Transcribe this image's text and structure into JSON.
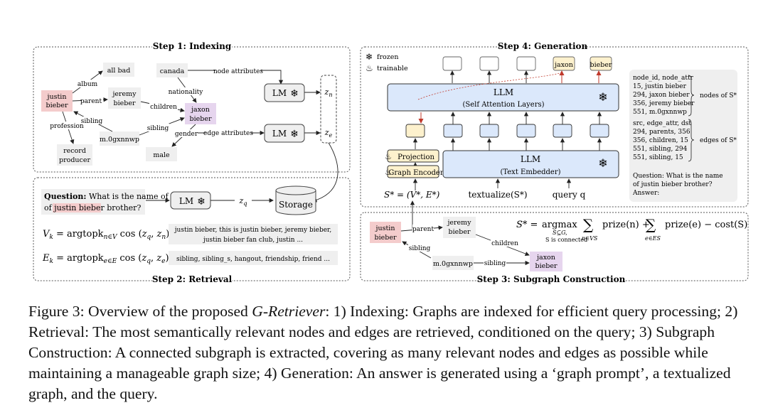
{
  "panels": {
    "indexing_title": "Step 1: Indexing",
    "retrieval_title": "Step 2: Retrieval",
    "subgraph_title": "Step 3: Subgraph Construction",
    "generation_title": "Step 4: Generation"
  },
  "indexing": {
    "nodes": {
      "justin": "justin|bieber",
      "all_bad": "all bad",
      "jeremy": "jeremy|bieber",
      "canada": "canada",
      "jaxon": "jaxon|bieber",
      "m0g": "m.0gxnnwp",
      "record": "record|producer",
      "male": "male"
    },
    "edges": {
      "album": "album",
      "parent": "parent",
      "profession": "profession",
      "sibling1": "sibling",
      "nationality": "nationality",
      "children": "children",
      "sibling2": "sibling",
      "gender": "gender"
    },
    "node_attributes": "node attributes",
    "edge_attributes": "edge attributes",
    "lm": "LM",
    "zn": "zn",
    "ze": "ze"
  },
  "retrieval": {
    "question_label": "Question:",
    "question_text": "What is the name of",
    "question_highlight": "justin bieber",
    "question_end": "brother?",
    "lm": "LM",
    "zq": "zq",
    "storage": "Storage",
    "vk_result": "justin bieber, this is justin bieber, jeremy bieber,|justin bieber fan club, justin ...",
    "ek_result": "sibling, sibling_s, hangout, friendship, friend ..."
  },
  "subgraph": {
    "nodes": {
      "justin": "justin|bieber",
      "jeremy": "jeremy|bieber",
      "m0g": "m.0gxnnwp",
      "jaxon": "jaxon|bieber"
    },
    "edges": {
      "parent": "parent",
      "sibling1": "sibling",
      "children": "children",
      "sibling2": "sibling"
    },
    "formula_lhs": "S* =",
    "argmax": "argmax",
    "argmax_sub1": "S⊆G,",
    "argmax_sub2": "S is connected",
    "sum1_sub": "n∈VS",
    "sum2_sub": "e∈ES",
    "prize_n": "prize(n) +",
    "prize_e": "prize(e) − cost(S)"
  },
  "generation": {
    "legend_frozen": "frozen",
    "legend_trainable": "trainable",
    "llm_top": "LLM",
    "llm_top_sub": "(Self Attention Layers)",
    "llm_bottom": "LLM",
    "llm_bottom_sub": "(Text Embedder)",
    "projection": "Projection",
    "graph_encoder": "Graph Encoder",
    "out_tokens": [
      "jaxon",
      "bieber"
    ],
    "s_star": "S* = (V*, E*)",
    "textualize": "textualize(S*)",
    "query": "query q",
    "textual_nodes": [
      "node_id, node_attr",
      "15, justin bieber",
      "294, jaxon bieber",
      "356, jeremy bieber",
      "551, m.0gxnnwp"
    ],
    "textual_edges": [
      "src, edge_attr, dst",
      "294, parents, 356",
      "356, children, 15",
      "551, sibling, 294",
      "551, sibling, 15"
    ],
    "textual_question": [
      "Question: What is the name",
      "of justin bieber brother?",
      "Answer:"
    ],
    "nodes_of": "nodes of S*",
    "edges_of": "edges of S*"
  },
  "caption": {
    "prefix": "Figure 3: Overview of the proposed ",
    "name": "G-Retriever",
    "body": ": 1) Indexing: Graphs are indexed for efficient query processing; 2) Retrieval: The most semantically relevant nodes and edges are retrieved, conditioned on the query; 3) Subgraph Construction: A connected subgraph is extracted, covering as many relevant nodes and edges as possible while maintaining a manageable graph size; 4) Generation: An answer is generated using a ‘graph prompt’, a textualized graph, and the query."
  },
  "colors": {
    "highlight_red": "#f4cccc",
    "highlight_purple": "#e6d5ee",
    "gray_box": "#efefef",
    "llm_blue": "#dbe8fb",
    "train_yellow": "#fdf1cd",
    "arrow_red": "#c0392b"
  }
}
